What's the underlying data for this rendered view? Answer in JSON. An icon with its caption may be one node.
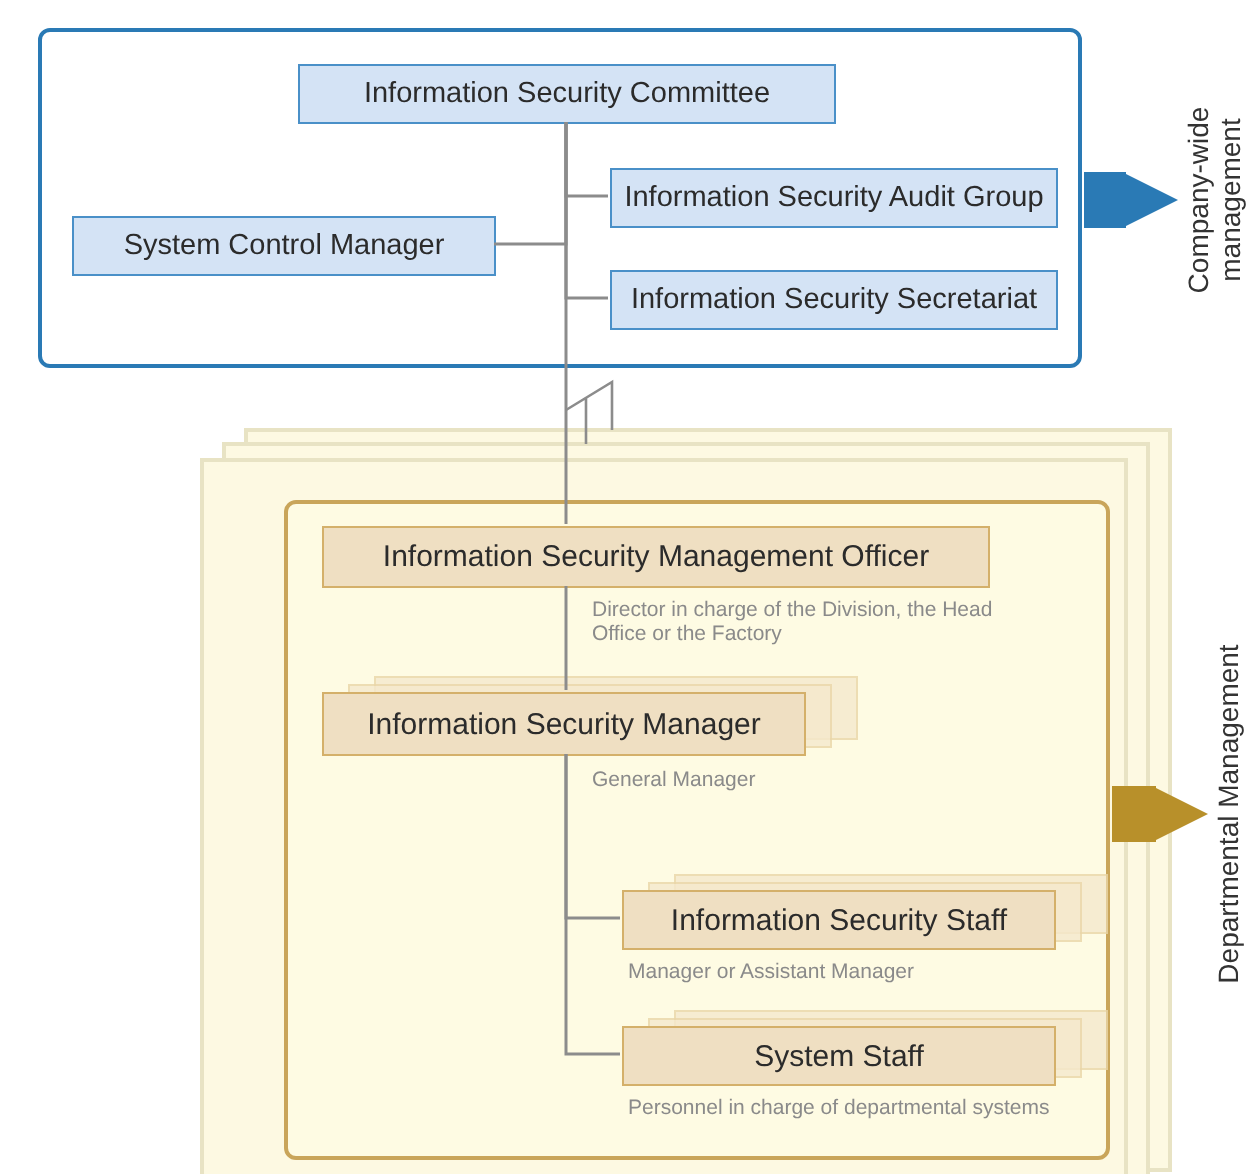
{
  "diagram": {
    "nodes": [
      {
        "text": [],
        "shape": "box"
      },
      {
        "text": [
          "Information Security Committee"
        ],
        "in": 0
      },
      {
        "text": [
          "System Control Manager"
        ],
        "in": 0
      },
      {
        "text": [
          "Information Security Audit Group"
        ],
        "in": 0
      },
      {
        "text": [
          "Information Security Secretariat"
        ],
        "in": 0
      },
      {
        "text": [],
        "shape": "box"
      },
      {
        "text": [
          "Information Security Management Officer"
        ],
        "in": 5,
        "beside": [
          "Director in charge of the Division, the Head Office or the Factory"
        ]
      },
      {
        "text": [
          "Information Security Manager"
        ],
        "in": 5,
        "beside": [
          "General Manager"
        ]
      },
      {
        "text": [
          "Information Security Staff"
        ],
        "in": 5,
        "beside": [
          "Manager or Assistant Manager"
        ]
      },
      {
        "text": [
          "System Staff"
        ],
        "in": 5,
        "beside": [
          "Personnel in charge of departmental systems"
        ]
      },
      {
        "text": [
          "Company-wide management"
        ]
      },
      {
        "text": [
          "Departmental Management"
        ]
      }
    ],
    "edges": [
      {
        "from": 1,
        "to": 2,
        "arrow": "none"
      },
      {
        "from": 1,
        "to": 3,
        "arrow": "none"
      },
      {
        "from": 1,
        "to": 4,
        "arrow": "none"
      },
      {
        "from": 1,
        "to": 6,
        "arrow": "none"
      },
      {
        "from": 6,
        "to": 7,
        "arrow": "none"
      },
      {
        "from": 7,
        "to": 8,
        "arrow": "none"
      },
      {
        "from": 7,
        "to": 9,
        "arrow": "none"
      },
      {
        "from": 0,
        "to": 10,
        "arrow": "to",
        "style": "thick",
        "color": "#2a7ab5"
      },
      {
        "from": 5,
        "to": 11,
        "arrow": "to",
        "style": "thick",
        "color": "#b8902a"
      }
    ]
  }
}
